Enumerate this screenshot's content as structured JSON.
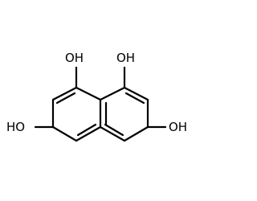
{
  "molecule": {
    "labels": {
      "oh_top_left": "OH",
      "oh_top_right": "OH",
      "oh_left": "HO",
      "oh_right": "OH"
    }
  }
}
